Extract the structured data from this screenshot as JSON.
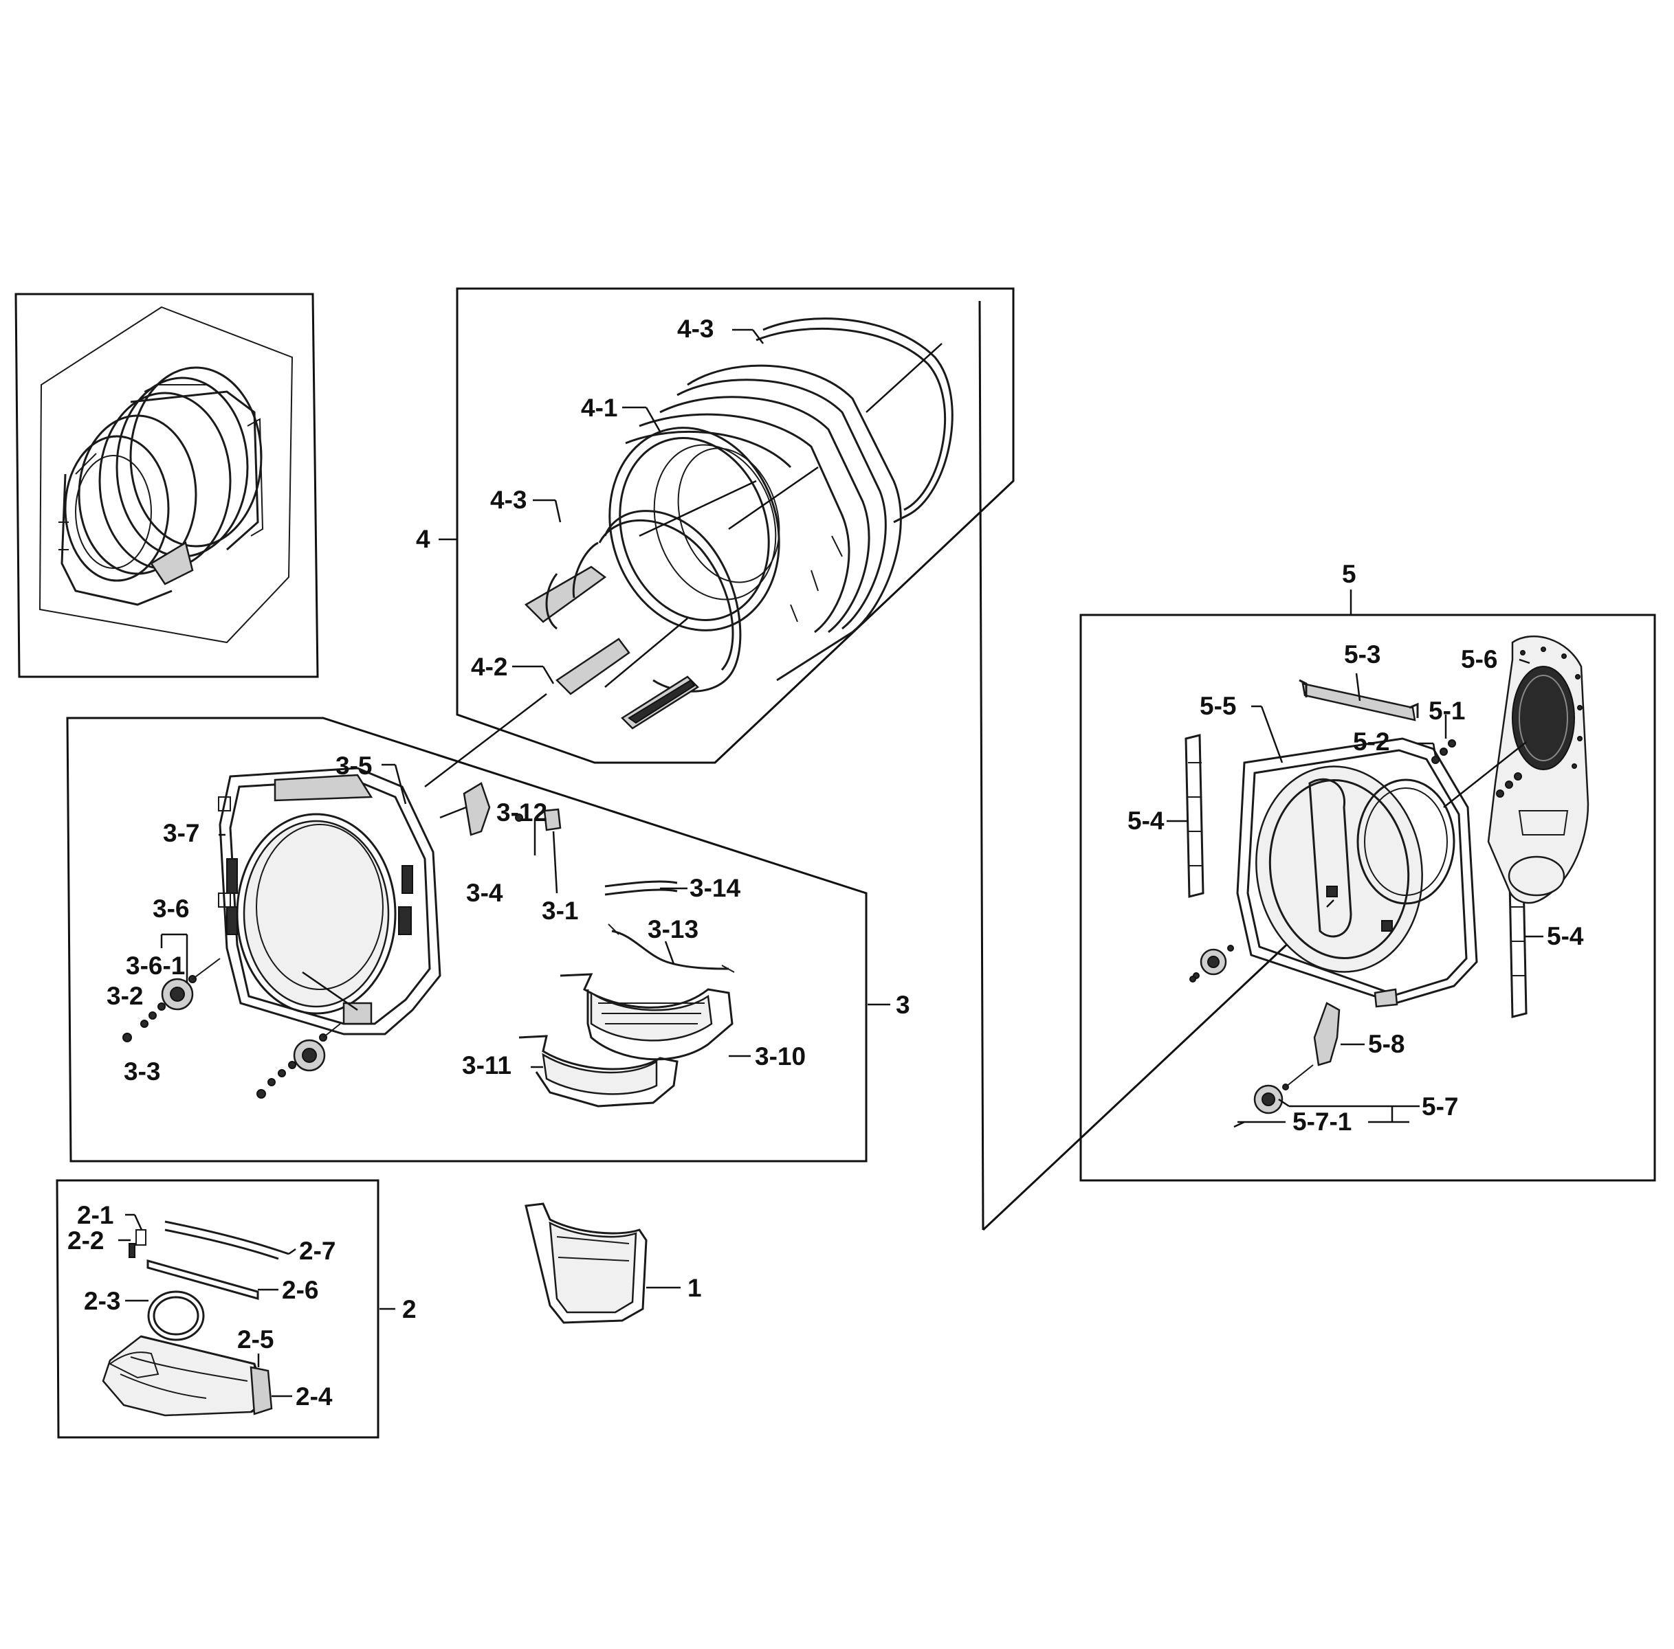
{
  "callouts": {
    "c1": "1",
    "c2": "2",
    "c2_1": "2-1",
    "c2_2": "2-2",
    "c2_3": "2-3",
    "c2_4": "2-4",
    "c2_5": "2-5",
    "c2_6": "2-6",
    "c2_7": "2-7",
    "c3": "3",
    "c3_1": "3-1",
    "c3_2": "3-2",
    "c3_3": "3-3",
    "c3_4": "3-4",
    "c3_5": "3-5",
    "c3_6": "3-6",
    "c3_6_1": "3-6-1",
    "c3_7": "3-7",
    "c3_10": "3-10",
    "c3_11": "3-11",
    "c3_12": "3-12",
    "c3_13": "3-13",
    "c3_14": "3-14",
    "c4": "4",
    "c4_1": "4-1",
    "c4_2": "4-2",
    "c4_3_top": "4-3",
    "c4_3_left": "4-3",
    "c5": "5",
    "c5_1": "5-1",
    "c5_2": "5-2",
    "c5_3": "5-3",
    "c5_4_left": "5-4",
    "c5_4_right": "5-4",
    "c5_5": "5-5",
    "c5_6": "5-6",
    "c5_7": "5-7",
    "c5_7_1": "5-7-1",
    "c5_8": "5-8"
  }
}
